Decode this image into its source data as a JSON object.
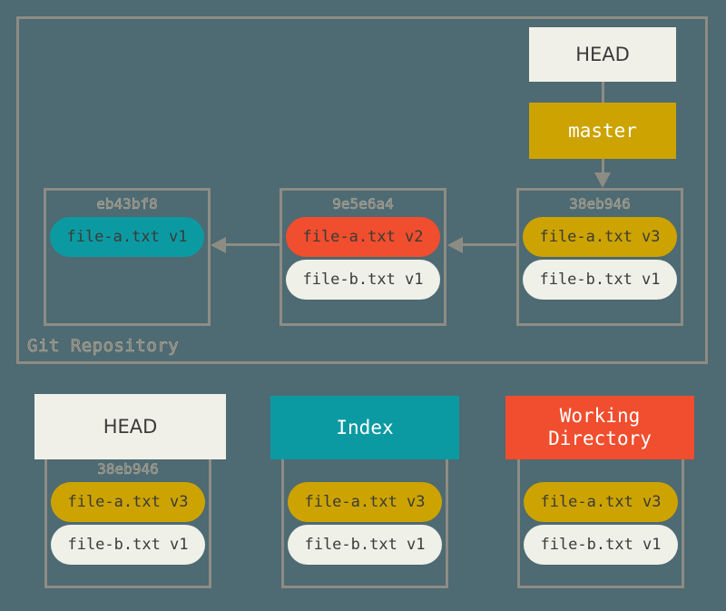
{
  "diagram": {
    "title": "Git Repository",
    "background_color": "#4e6a72",
    "border_color": "#8d8c84"
  },
  "repository": {
    "label": "Git Repository",
    "refs": [
      {
        "name": "head-ref",
        "label": "HEAD",
        "color": "#f1f0e8",
        "text_color": "#3b3b38"
      },
      {
        "name": "master-ref",
        "label": "master",
        "color": "#cca300",
        "text_color": "#ffffff"
      }
    ],
    "commits": [
      {
        "hash": "eb43bf8",
        "files": [
          {
            "label": "file-a.txt v1",
            "color": "#0c9aa2"
          }
        ]
      },
      {
        "hash": "9e5e6a4",
        "files": [
          {
            "label": "file-a.txt v2",
            "color": "#f04e2e"
          },
          {
            "label": "file-b.txt v1",
            "color": "#eff0e8"
          }
        ]
      },
      {
        "hash": "38eb946",
        "files": [
          {
            "label": "file-a.txt v3",
            "color": "#cca300"
          },
          {
            "label": "file-b.txt v1",
            "color": "#eff0e8"
          }
        ]
      }
    ]
  },
  "areas": [
    {
      "label": "HEAD",
      "label_color": "#f1f0e8",
      "label_text_color": "#3b3b38",
      "hash": "38eb946",
      "files": [
        {
          "label": "file-a.txt v3",
          "color": "#cca300"
        },
        {
          "label": "file-b.txt v1",
          "color": "#eff0e8"
        }
      ]
    },
    {
      "label": "Index",
      "label_color": "#0c9aa2",
      "label_text_color": "#ffffff",
      "hash": "",
      "files": [
        {
          "label": "file-a.txt v3",
          "color": "#cca300"
        },
        {
          "label": "file-b.txt v1",
          "color": "#eff0e8"
        }
      ]
    },
    {
      "label": "Working\nDirectory",
      "label_line_1": "Working",
      "label_line_2": "Directory",
      "label_color": "#f04e2e",
      "label_text_color": "#ffffff",
      "hash": "",
      "files": [
        {
          "label": "file-a.txt v3",
          "color": "#cca300"
        },
        {
          "label": "file-b.txt v1",
          "color": "#eff0e8"
        }
      ]
    }
  ]
}
